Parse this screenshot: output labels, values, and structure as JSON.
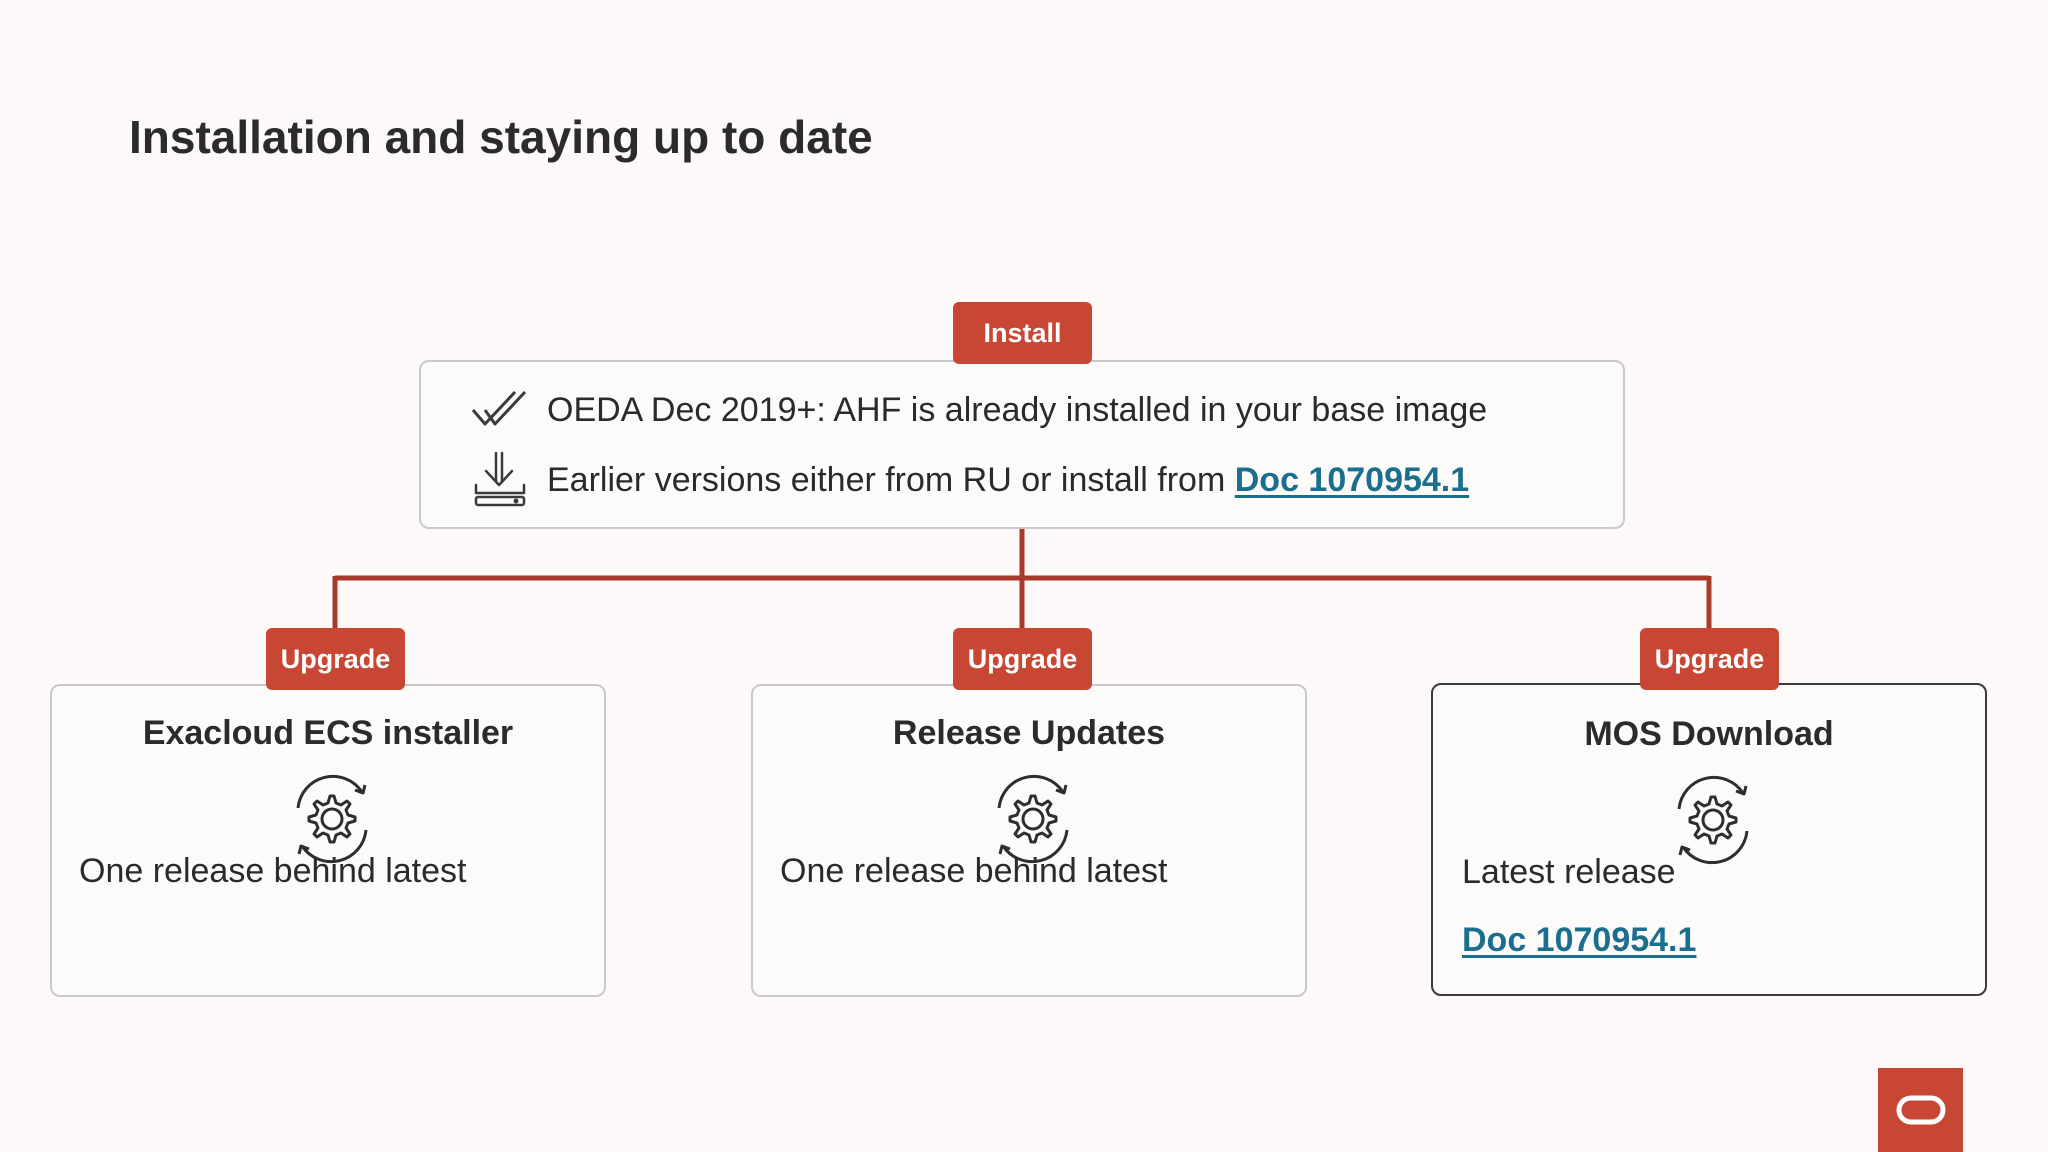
{
  "slide": {
    "title": "Installation and staying up to date"
  },
  "install": {
    "tag": "Install",
    "rows": [
      {
        "icon": "checkmark-icon",
        "text": "OEDA Dec 2019+: AHF is already installed in your base image",
        "link": ""
      },
      {
        "icon": "download-icon",
        "text": "Earlier versions either from RU or install from ",
        "link": "Doc 1070954.1"
      }
    ]
  },
  "upgrades": [
    {
      "tag": "Upgrade",
      "title": "Exacloud ECS installer",
      "icon": "gear-refresh-icon",
      "text": "One release behind latest",
      "link": ""
    },
    {
      "tag": "Upgrade",
      "title": "Release Updates",
      "icon": "gear-refresh-icon",
      "text": "One release behind latest",
      "link": ""
    },
    {
      "tag": "Upgrade",
      "title": "MOS Download",
      "icon": "gear-refresh-icon",
      "text": "Latest release",
      "link": "Doc 1070954.1"
    }
  ],
  "brand": {
    "logo_icon": "oracle-logo-icon"
  },
  "colors": {
    "accent": "#c74634",
    "connector": "#a83a2c",
    "link": "#1a6f8e",
    "box_border": "#c9c9c9",
    "box_border_active": "#3a3a3a",
    "background": "#fcf9f8"
  }
}
